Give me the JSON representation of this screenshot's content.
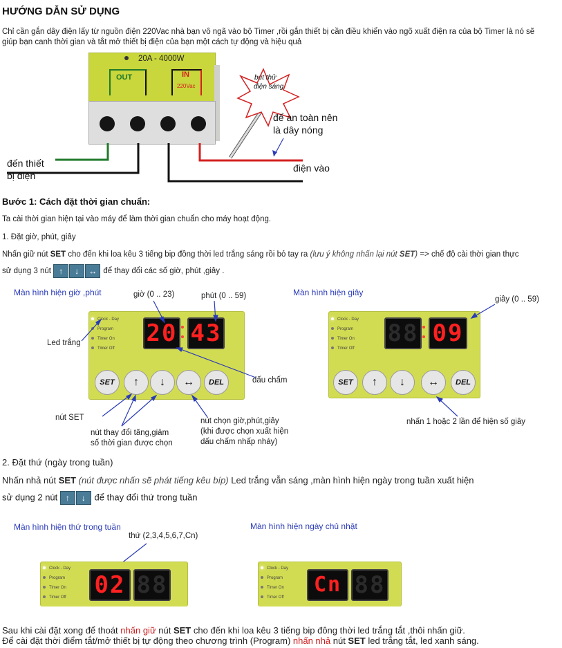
{
  "title": "HƯỚNG DẪN SỬ DỤNG",
  "intro": [
    "Chỉ cần gắn dây điện lấy từ nguồn điện 220Vac nhà bạn vô ngã vào bộ Timer ,rồi gắn thiết bị cần điều khiển vào ngõ xuất điện ra của bộ Timer là nó sẽ",
    "giúp bạn canh thời gian và tắt mở thiết bị điện của bạn một cách tự động và hiệu quả"
  ],
  "wiring": {
    "rating": "20A - 4000W",
    "out_label": "OUT",
    "in_label": "IN",
    "in_voltage": "220Vac",
    "burst_line1": "bút thử",
    "burst_line2": "điện sáng",
    "safety_line1": "để an toàn nên",
    "safety_line2": "là dây nóng",
    "to_device_line1": "đến thiết",
    "to_device_line2": "bị điện",
    "power_in": "điện vào",
    "colors": {
      "green": "#1f7a2a",
      "red": "#d42020",
      "black": "#111111"
    }
  },
  "step1": {
    "heading": "Bước 1: Cách đặt thời gian chuẩn:",
    "desc": "Ta cài thời gian hiện tại vào máy để làm thời gian chuẩn cho máy hoạt động.",
    "sub1": "1. Đặt giờ, phút, giây",
    "p1_a": "Nhấn giữ nút ",
    "p1_set": "SET",
    "p1_b": " cho đến khi loa kêu 3 tiếng bip đồng thời led trắng sáng rồi bỏ tay ra ",
    "p1_note": "(lưu ý không nhấn lại nút ",
    "p1_note_set": "SET",
    "p1_note_end": ")",
    "p1_c": " => chế độ cài thời gian thực",
    "p2_a": "sử dụng 3 nút",
    "p2_b": "để thay đổi các số giờ, phút ,giây ."
  },
  "panel_labels": {
    "modes": [
      "Clock - Day",
      "Program",
      "Timer On",
      "Timer Off"
    ],
    "buttons": [
      "SET",
      "↑",
      "↓",
      "↔",
      "DEL"
    ]
  },
  "fig_hour_min": {
    "title": "Màn hình hiện giờ ,phút",
    "display_left": "20",
    "display_right": "43",
    "label_hour": "giờ (0 .. 23)",
    "label_min": "phút (0 .. 59)",
    "label_led": "Led trắng",
    "label_dot": "dấu chấm",
    "label_set": "nút SET",
    "label_change_1": "nút thay đổi tăng,giảm",
    "label_change_2": "số thời gian được chọn",
    "label_select_1": "nút chọn giờ,phút,giây",
    "label_select_2": "(khi được chọn xuất hiện",
    "label_select_3": "dấu chấm nhấp nháy)"
  },
  "fig_seconds": {
    "title": "Màn hình hiện giây",
    "display_left": "88",
    "display_right": "09",
    "label_sec": "giây (0 .. 59)",
    "label_press": "nhấn 1 hoặc 2 lần để hiện số giây"
  },
  "sub2": {
    "heading": "2. Đặt thứ (ngày trong tuần)",
    "p1_a": "Nhấn nhả nút ",
    "p1_set": "SET",
    "p1_note": "(nút được nhấn sẽ phát tiếng kêu bíp)",
    "p1_b": " Led trắng vẫn sáng ,màn hình hiện ngày trong tuần xuất hiện",
    "p2_a": "sử dụng 2 nút",
    "p2_b": "để thay đổi thứ trong tuần"
  },
  "fig_weekday": {
    "title": "Màn hình hiện thứ trong tuần",
    "label": "thứ (2,3,4,5,6,7,Cn)",
    "display_left": "02",
    "display_right": "88"
  },
  "fig_sunday": {
    "title": "Màn hình hiện ngày chủ nhật",
    "display_left": "Cn",
    "display_right": "88"
  },
  "footer": {
    "l1_a": "Sau khi cài đặt xong để thoát ",
    "l1_red": "nhấn giữ",
    "l1_b": " nút ",
    "l1_set": "SET",
    "l1_c": " cho đến khi loa kêu 3 tiếng bip đông thời led trắng tắt ,thôi nhấn giữ.",
    "l2_a": "Để cài đặt thời điểm tắt/mở thiết bị tự động theo chương trình (Program) ",
    "l2_red": "nhấn nhả",
    "l2_b": " nút ",
    "l2_set": "SET",
    "l2_c": " led trắng tắt, led xanh sáng."
  },
  "icons": {
    "up": "↑",
    "down": "↓",
    "leftright": "↔"
  }
}
